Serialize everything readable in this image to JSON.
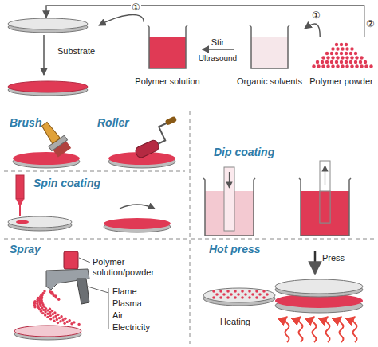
{
  "diagram": {
    "nodes": [
      {
        "text": [
          "Substrate"
        ]
      },
      {
        "text": [
          "Polymer solution"
        ]
      },
      {
        "text": [
          "Organic solvents"
        ]
      },
      {
        "text": [
          "Polymer powder"
        ]
      }
    ],
    "edges": [
      {
        "from": 1,
        "to": 0,
        "label": "①",
        "arrow": "to"
      },
      {
        "from": 2,
        "to": 1,
        "arrow": "to"
      },
      {
        "from": 3,
        "to": 2,
        "label": "①",
        "arrow": "to"
      },
      {
        "from": 3,
        "to": 0,
        "label": "②",
        "arrow": "to"
      }
    ],
    "labels": [
      "Stir",
      "Ultrasound",
      "Brush",
      "Roller",
      "Dip coating",
      "Spin coating",
      "Spray",
      "Polymer solution/powder",
      "Flame",
      "Plasma",
      "Air",
      "Electricity",
      "Hot press",
      "Press",
      "Heating"
    ]
  }
}
